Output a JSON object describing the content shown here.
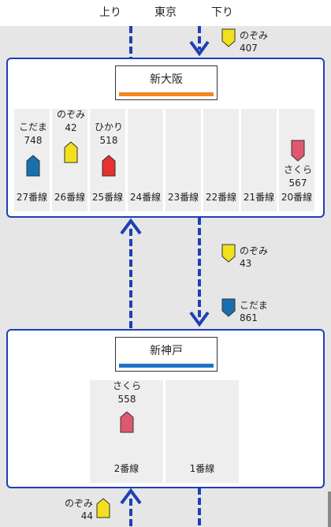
{
  "header": {
    "up": "上り",
    "station": "東京",
    "down": "下り"
  },
  "colors": {
    "track": "#1f3fb6",
    "nozomi": "#f2e01c",
    "hikari": "#e83030",
    "kodama": "#1a6fb0",
    "sakura": "#e0586f",
    "stripe_shinosaka": "#f5861f",
    "stripe_shinkobe": "#1b74c4"
  },
  "incoming_top": {
    "name": "のぞみ",
    "number": "407"
  },
  "shinosaka": {
    "name": "新大阪",
    "platforms": [
      {
        "label": "27番線",
        "train": {
          "name": "こだま",
          "number": "748"
        }
      },
      {
        "label": "26番線",
        "train": {
          "name": "のぞみ",
          "number": "42"
        }
      },
      {
        "label": "25番線",
        "train": {
          "name": "ひかり",
          "number": "518"
        }
      },
      {
        "label": "24番線"
      },
      {
        "label": "23番線"
      },
      {
        "label": "22番線"
      },
      {
        "label": "21番線"
      },
      {
        "label": "20番線",
        "train": {
          "name": "さくら",
          "number": "567"
        }
      }
    ]
  },
  "between": [
    {
      "name": "のぞみ",
      "number": "43"
    },
    {
      "name": "こだま",
      "number": "861"
    }
  ],
  "shinkobe": {
    "name": "新神戸",
    "platforms": [
      {
        "label": "2番線",
        "train": {
          "name": "さくら",
          "number": "558"
        }
      },
      {
        "label": "1番線"
      }
    ]
  },
  "incoming_bottom": {
    "name": "のぞみ",
    "number": "44"
  }
}
